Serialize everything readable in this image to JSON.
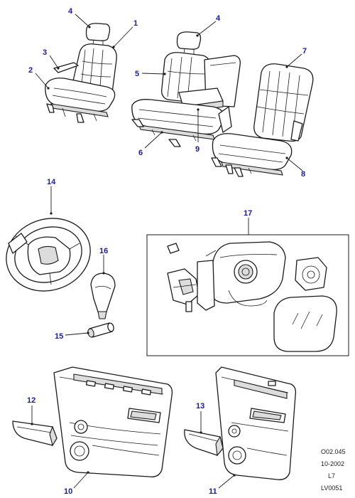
{
  "colors": {
    "callout": "#1a1aa6",
    "line": "#1a1a1a",
    "shade": "#dcdcdc"
  },
  "callouts": {
    "c1": "1",
    "c2": "2",
    "c3": "3",
    "c4a": "4",
    "c4b": "4",
    "c5": "5",
    "c6": "6",
    "c7": "7",
    "c8": "8",
    "c9": "9",
    "c10": "10",
    "c11": "11",
    "c12": "12",
    "c13": "13",
    "c14": "14",
    "c15": "15",
    "c16": "16",
    "c17": "17"
  },
  "reference": {
    "code": "O02.045",
    "date": "10-2002",
    "model": "L7",
    "plate": "LV0051"
  }
}
